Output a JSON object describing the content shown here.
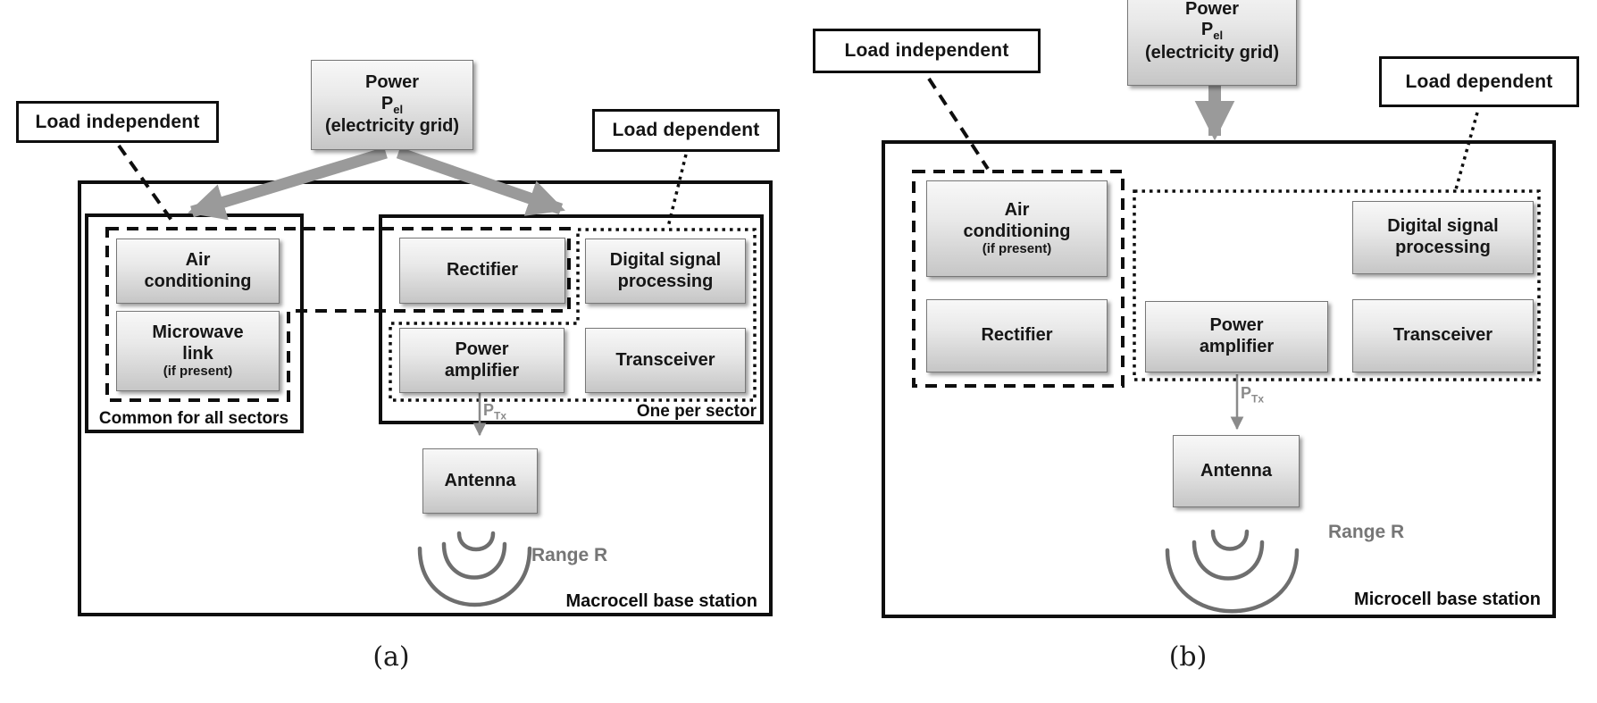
{
  "colors": {
    "line_black": "#0e0e0e",
    "arrow_gray": "#9a9a9a",
    "thin_arrow_gray": "#8a8a8a",
    "arc_gray": "#6e6e6e",
    "gray_text": "#767676",
    "box_gradient_top": "#f8f8f8",
    "box_gradient_bottom": "#c6c6c6"
  },
  "a": {
    "caption": "(a)",
    "load_independent_label": "Load independent",
    "load_dependent_label": "Load dependent",
    "power_box": {
      "line1": "Power",
      "symbol": "P",
      "symbol_sub": "el",
      "line3": "(electricity grid)"
    },
    "station_label": "Macrocell base station",
    "common_label": "Common for all sectors",
    "sector_label": "One per sector",
    "components": {
      "air_conditioning": "Air\nconditioning",
      "microwave_link": "Microwave\nlink",
      "microwave_link_note": "(if present)",
      "rectifier": "Rectifier",
      "digital_signal_processing": "Digital signal\nprocessing",
      "power_amplifier": "Power\namplifier",
      "transceiver": "Transceiver",
      "antenna": "Antenna"
    },
    "ptx": {
      "symbol": "P",
      "sub": "Tx"
    },
    "range_label": "Range R"
  },
  "b": {
    "caption": "(b)",
    "load_independent_label": "Load independent",
    "load_dependent_label": "Load dependent",
    "power_box": {
      "line1": "Power",
      "symbol": "P",
      "symbol_sub": "el",
      "line3": "(electricity grid)"
    },
    "station_label": "Microcell base station",
    "components": {
      "air_conditioning": "Air\nconditioning",
      "air_conditioning_note": "(if present)",
      "rectifier": "Rectifier",
      "digital_signal_processing": "Digital signal\nprocessing",
      "power_amplifier": "Power\namplifier",
      "transceiver": "Transceiver",
      "antenna": "Antenna"
    },
    "ptx": {
      "symbol": "P",
      "sub": "Tx"
    },
    "range_label": "Range R"
  }
}
